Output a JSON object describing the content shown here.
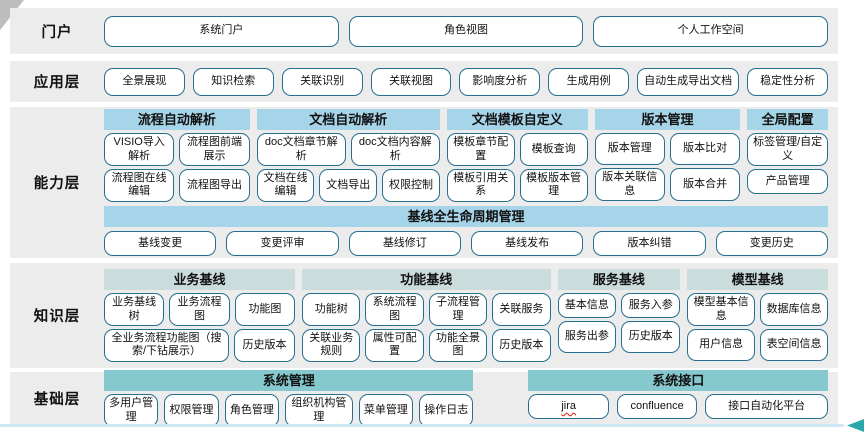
{
  "colors": {
    "band_bg": "#ececec",
    "node_border": "#276f8e",
    "header_blue": "#a6d4e8",
    "header_teal": "#85c8cd",
    "header_gray_teal": "#cbdcdc",
    "bottom_line": "#cfe9f4",
    "arrow": "#2ba7ac"
  },
  "portal": {
    "label": "门户",
    "items": [
      "系统门户",
      "角色视图",
      "个人工作空间"
    ]
  },
  "application": {
    "label": "应用层",
    "items": [
      "全景展现",
      "知识检索",
      "关联识别",
      "关联视图",
      "影响度分析",
      "生成用例",
      "自动生成导出文档",
      "稳定性分析"
    ]
  },
  "capability": {
    "label": "能力层",
    "groups": [
      {
        "header": "流程自动解析",
        "rows": [
          [
            "VISIO导入解析",
            "流程图前端展示"
          ],
          [
            "流程图在线编辑",
            "流程图导出"
          ]
        ]
      },
      {
        "header": "文档自动解析",
        "rows": [
          [
            "doc文档章节解析",
            "doc文档内容解析"
          ],
          [
            "文档在线编辑",
            "文档导出",
            "权限控制"
          ]
        ]
      },
      {
        "header": "文档模板自定义",
        "rows": [
          [
            "模板章节配置",
            "模板查询"
          ],
          [
            "模板引用关系",
            "模板版本管理"
          ]
        ]
      },
      {
        "header": "版本管理",
        "rows": [
          [
            "版本管理",
            "版本比对"
          ],
          [
            "版本关联信息",
            "版本合并"
          ]
        ]
      },
      {
        "header": "全局配置",
        "rows": [
          [
            "标签管理/自定义"
          ],
          [
            "产品管理"
          ]
        ]
      }
    ],
    "baseline": {
      "header": "基线全生命周期管理",
      "items": [
        "基线变更",
        "变更评审",
        "基线修订",
        "基线发布",
        "版本纠错",
        "变更历史"
      ]
    }
  },
  "knowledge": {
    "label": "知识层",
    "groups": [
      {
        "header": "业务基线",
        "rows": [
          [
            "业务基线树",
            "业务流程图",
            "功能图"
          ],
          [
            "全业务流程功能图（搜索/下钻展示）",
            "历史版本"
          ]
        ]
      },
      {
        "header": "功能基线",
        "rows": [
          [
            "功能树",
            "系统流程图",
            "子流程管理",
            "关联服务"
          ],
          [
            "关联业务规则",
            "属性可配置",
            "功能全景图",
            "历史版本"
          ]
        ]
      },
      {
        "header": "服务基线",
        "rows": [
          [
            "基本信息",
            "服务入参"
          ],
          [
            "服务出参",
            "历史版本"
          ]
        ]
      },
      {
        "header": "模型基线",
        "rows": [
          [
            "模型基本信息",
            "数据库信息"
          ],
          [
            "用户信息",
            "表空间信息"
          ]
        ]
      }
    ]
  },
  "base": {
    "label": "基础层",
    "groups": [
      {
        "header": "系统管理",
        "items": [
          "多用户管理",
          "权限管理",
          "角色管理",
          "组织机构管理",
          "菜单管理",
          "操作日志"
        ]
      },
      {
        "header": "系统接口",
        "items": [
          "jira",
          "confluence",
          "接口自动化平台"
        ]
      }
    ]
  }
}
